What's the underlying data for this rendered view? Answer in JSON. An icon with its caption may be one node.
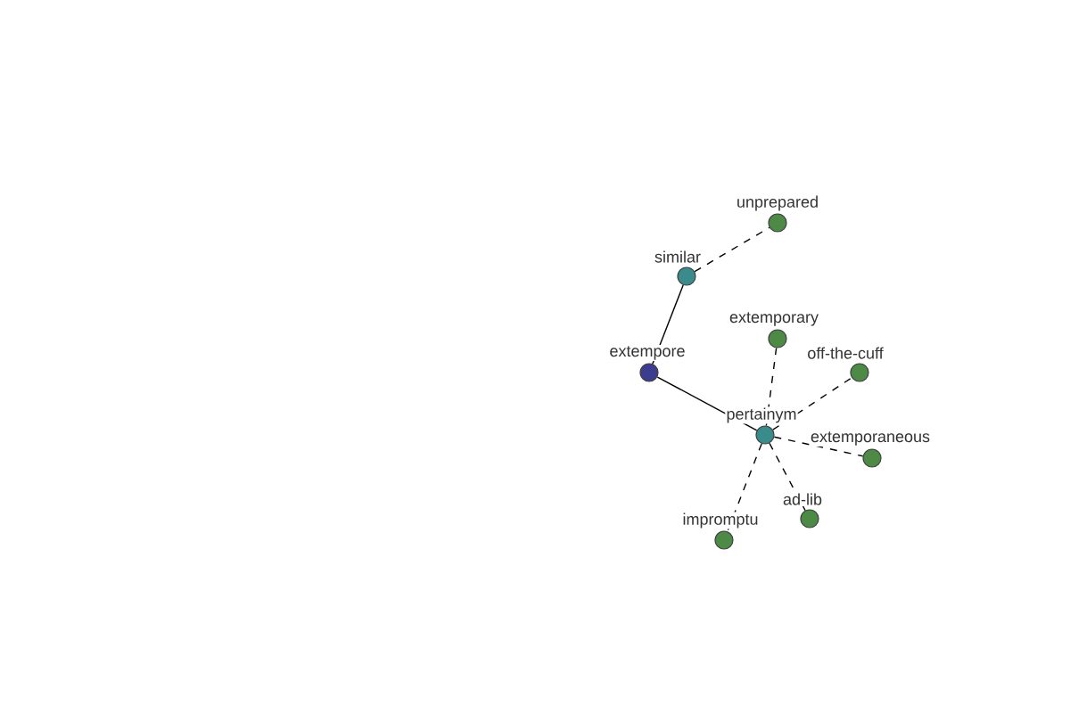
{
  "diagram": {
    "nodes": [
      {
        "text": [
          "unprepared"
        ]
      },
      {
        "text": [
          "similar"
        ]
      },
      {
        "text": [
          "extemporary"
        ]
      },
      {
        "text": [
          "extempore"
        ]
      },
      {
        "text": [
          "off-the-cuff"
        ]
      },
      {
        "text": [
          "pertainym"
        ]
      },
      {
        "text": [
          "extemporaneous"
        ]
      },
      {
        "text": [
          "ad-lib"
        ]
      },
      {
        "text": [
          "impromptu"
        ]
      }
    ],
    "edges": [
      {
        "from": 3,
        "to": 1,
        "arrow": "none"
      },
      {
        "from": 3,
        "to": 5,
        "arrow": "none"
      },
      {
        "from": 1,
        "to": 0,
        "arrow": "none",
        "style": "dashed"
      },
      {
        "from": 5,
        "to": 2,
        "arrow": "none",
        "style": "dashed"
      },
      {
        "from": 5,
        "to": 4,
        "arrow": "none",
        "style": "dashed"
      },
      {
        "from": 5,
        "to": 6,
        "arrow": "none",
        "style": "dashed"
      },
      {
        "from": 5,
        "to": 7,
        "arrow": "none",
        "style": "dashed"
      },
      {
        "from": 5,
        "to": 8,
        "arrow": "none",
        "style": "dashed"
      }
    ]
  }
}
